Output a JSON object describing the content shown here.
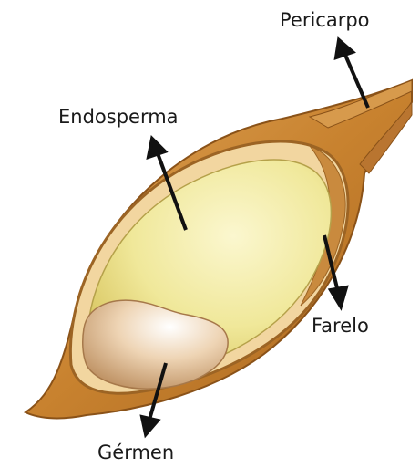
{
  "labels": {
    "endosperma": "Endosperma",
    "pericarpo": "Pericarpo",
    "farelo": "Farelo",
    "germen": "Gérmen"
  },
  "colors": {
    "pericarp_outer": "#c8822f",
    "pericarp_light": "#e0a75a",
    "inner_layer": "#f2d6a0",
    "endosperm": "#f0e89a",
    "germ": "#eed4b4",
    "arrow": "#111111",
    "label_text": "#1a1a1a"
  }
}
